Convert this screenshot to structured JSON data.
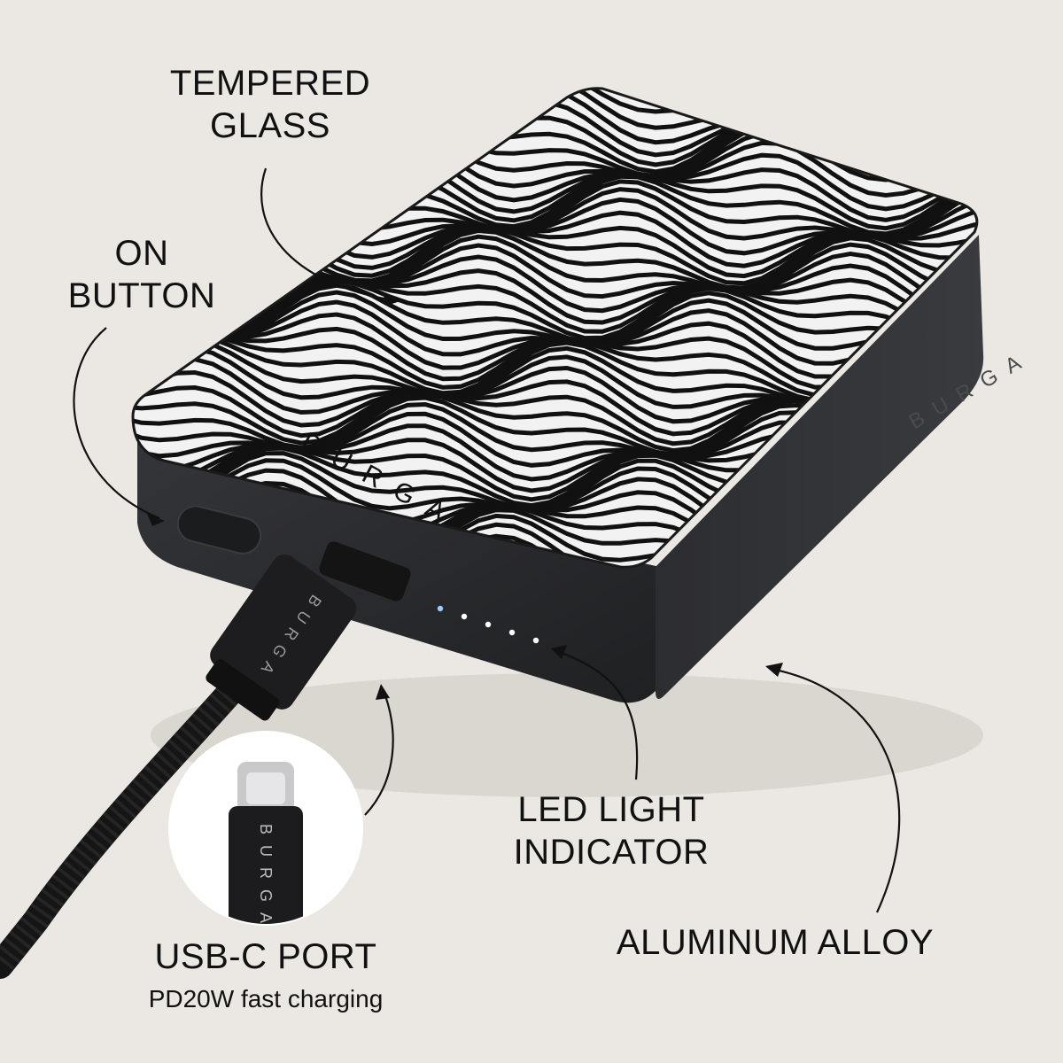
{
  "labels": {
    "tempered_glass": [
      "TEMPERED",
      "GLASS"
    ],
    "on_button": [
      "ON",
      "BUTTON"
    ],
    "led_light": [
      "LED LIGHT",
      "INDICATOR"
    ],
    "aluminum": "ALUMINUM ALLOY",
    "usb_port": "USB-C PORT",
    "usb_sub": "PD20W fast charging"
  },
  "brand": {
    "name": "BURGA"
  },
  "colors": {
    "background": "#ebe8e3",
    "body": "#2a2b2d",
    "led": "#ffffff",
    "led_first": "#9fc8ff"
  },
  "led_count": 5
}
